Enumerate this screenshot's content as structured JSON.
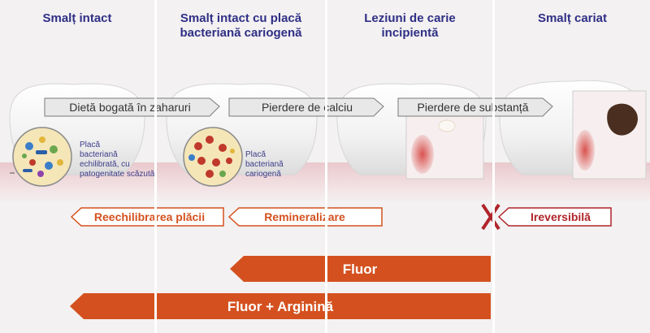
{
  "stages": [
    {
      "title": "Smalț intact"
    },
    {
      "title": "Smalț intact cu placă bacteriană cariogenă"
    },
    {
      "title": "Leziuni de carie incipientă"
    },
    {
      "title": "Smalț cariat"
    }
  ],
  "process_arrows": [
    {
      "label": "Dietă bogată în zaharuri"
    },
    {
      "label": "Pierdere de calciu"
    },
    {
      "label": "Pierdere de substanță"
    }
  ],
  "plaque_labels": {
    "balanced": "Placă bacteriană echilibrată, cu patogenitate scăzută",
    "cariogenic": "Placă bacteriană cariogenă"
  },
  "reverse_arrows": [
    {
      "label": "Reechilibrarea plăcii"
    },
    {
      "label": "Remineralizare"
    },
    {
      "label": "Ireversibilă"
    }
  ],
  "treatment_bars": [
    {
      "label": "Fluor"
    },
    {
      "label": "Fluor + Arginină"
    }
  ],
  "colors": {
    "title": "#2f2f86",
    "orange": "#d4511f",
    "irreversible": "#b0242a",
    "arrow_fill": "#e8e8e8"
  }
}
